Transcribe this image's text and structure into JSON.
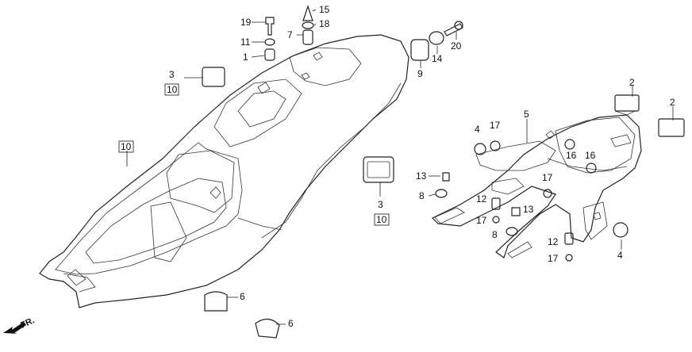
{
  "labels": {
    "p1": "1",
    "p2a": "2",
    "p2b": "2",
    "p3a": "3",
    "p3b": "3",
    "p4a": "4",
    "p4b": "4",
    "p5": "5",
    "p6a": "6",
    "p6b": "6",
    "p7": "7",
    "p8a": "8",
    "p8b": "8",
    "p9": "9",
    "p10a": "10",
    "p10b": "10",
    "p10c": "10",
    "p11": "11",
    "p12a": "12",
    "p12b": "12",
    "p13a": "13",
    "p13b": "13",
    "p14": "14",
    "p15": "15",
    "p16a": "16",
    "p16b": "16",
    "p17a": "17",
    "p17b": "17",
    "p17c": "17",
    "p17d": "17",
    "p18": "18",
    "p19": "19",
    "p20": "20"
  },
  "direction": "FR.",
  "icons": {
    "front_arrow": "direction-arrow-icon"
  }
}
